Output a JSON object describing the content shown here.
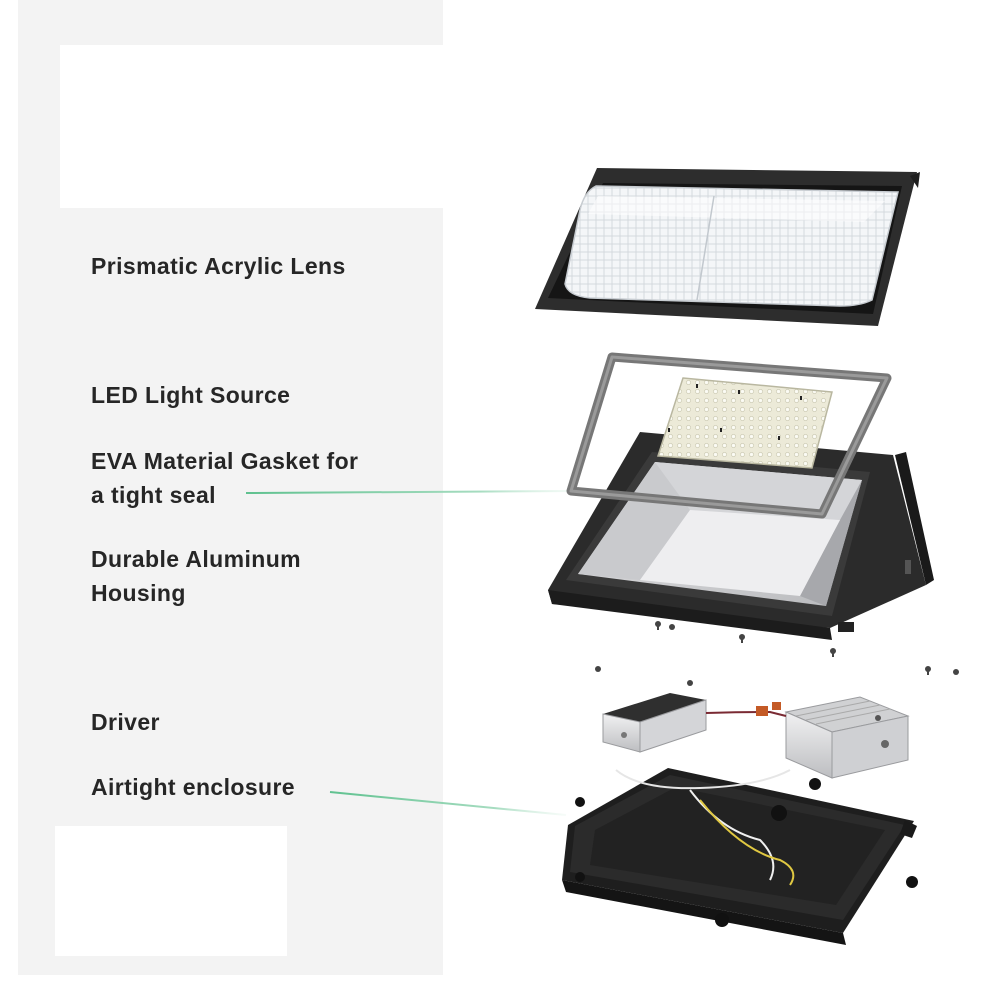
{
  "callouts": [
    {
      "id": "lens",
      "lines": [
        "Prismatic Acrylic Lens"
      ]
    },
    {
      "id": "led",
      "lines": [
        "LED Light Source"
      ]
    },
    {
      "id": "gasket",
      "lines": [
        "EVA Material Gasket for",
        "a tight seal"
      ]
    },
    {
      "id": "housing",
      "lines": [
        "Durable Aluminum",
        "Housing"
      ]
    },
    {
      "id": "driver",
      "lines": [
        "Driver"
      ]
    },
    {
      "id": "enclosure",
      "lines": [
        "Airtight enclosure"
      ]
    }
  ],
  "colors": {
    "leader_line": "#5fc18f",
    "panel": "#f3f3f3",
    "housing": "#2a2a2a",
    "lens": "#eef1f4",
    "driver_silver": "#d9dadc"
  }
}
